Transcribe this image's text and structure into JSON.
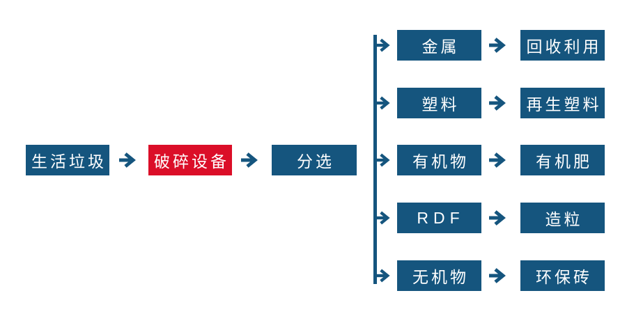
{
  "colors": {
    "node_blue": "#15557E",
    "node_red": "#DB0E28",
    "node_text": "#FFFFFF",
    "background": "#FFFFFF"
  },
  "main_flow": {
    "source": "生活垃圾",
    "crusher": "破碎设备",
    "sorter": "分选"
  },
  "branches": [
    {
      "material": "金属",
      "result": "回收利用"
    },
    {
      "material": "塑料",
      "result": "再生塑料"
    },
    {
      "material": "有机物",
      "result": "有机肥"
    },
    {
      "material": "RDF",
      "result": "造粒"
    },
    {
      "material": "无机物",
      "result": "环保砖"
    }
  ]
}
